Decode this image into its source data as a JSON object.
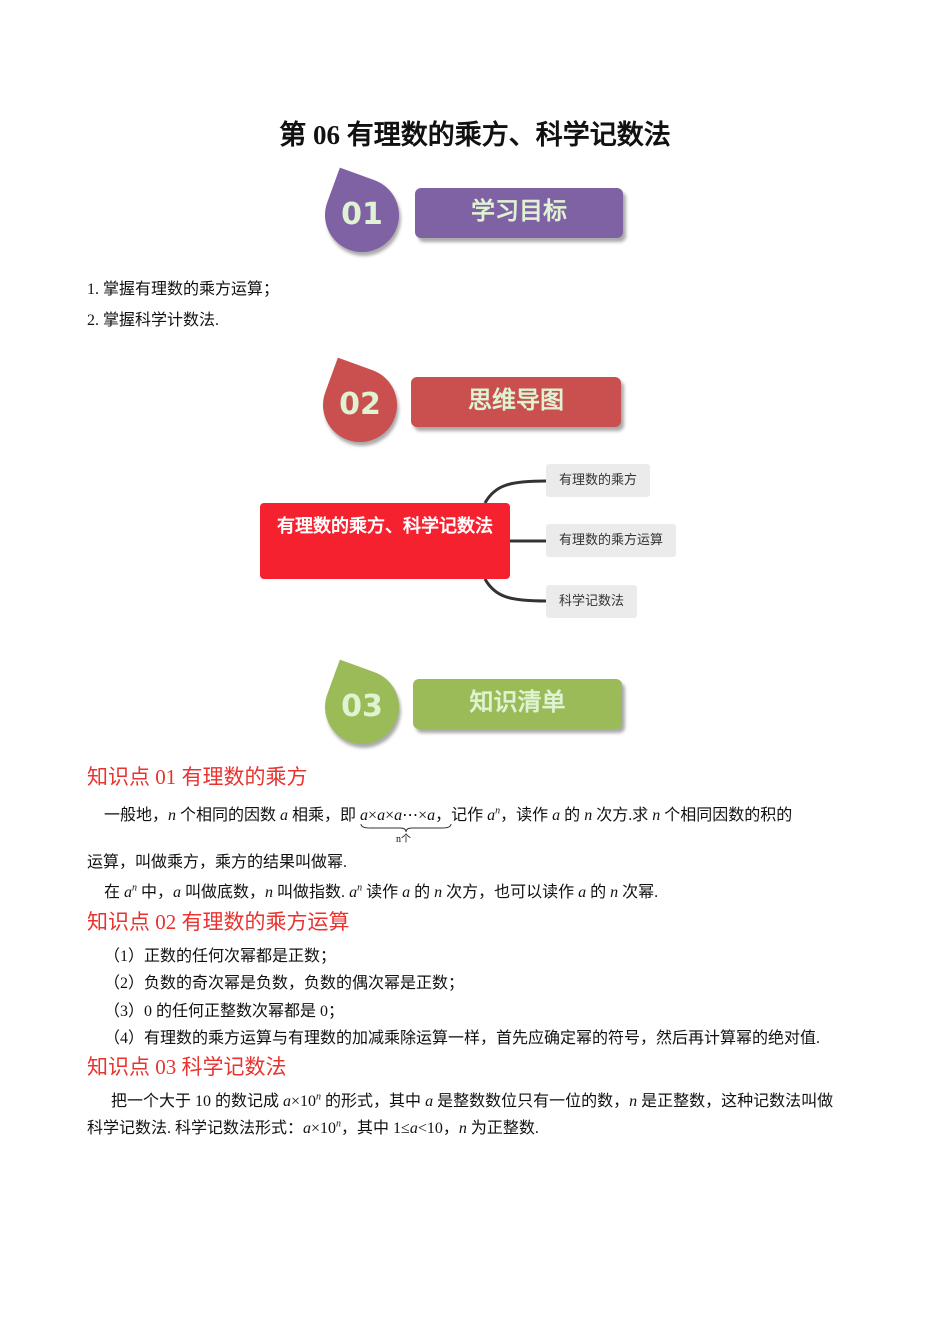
{
  "title": "第 06  有理数的乘方、科学记数法",
  "sections": [
    {
      "num": "01",
      "label": "学习目标",
      "color": "#7e62a3"
    },
    {
      "num": "02",
      "label": "思维导图",
      "color": "#c9504f"
    },
    {
      "num": "03",
      "label": "知识清单",
      "color": "#9bbb59"
    }
  ],
  "goals": [
    "1. 掌握有理数的乘方运算；",
    "2. 掌握科学计数法."
  ],
  "mindmap": {
    "center": "有理数的乘方、科学记数法",
    "branches": [
      "有理数的乘方",
      "有理数的乘方运算",
      "科学记数法"
    ]
  },
  "k1": {
    "heading": "知识点 01  有理数的乘方",
    "underbrace_label": "n个"
  },
  "k2": {
    "heading": "知识点 02  有理数的乘方运算",
    "items": [
      "（1）正数的任何次幂都是正数；",
      "（2）负数的奇次幂是负数，负数的偶次幂是正数；",
      "（3）0 的任何正整数次幂都是 0；",
      "（4）有理数的乘方运算与有理数的加减乘除运算一样，首先应确定幂的符号，然后再计算幂的绝对值."
    ]
  },
  "k3": {
    "heading": "知识点 03  科学记数法"
  }
}
